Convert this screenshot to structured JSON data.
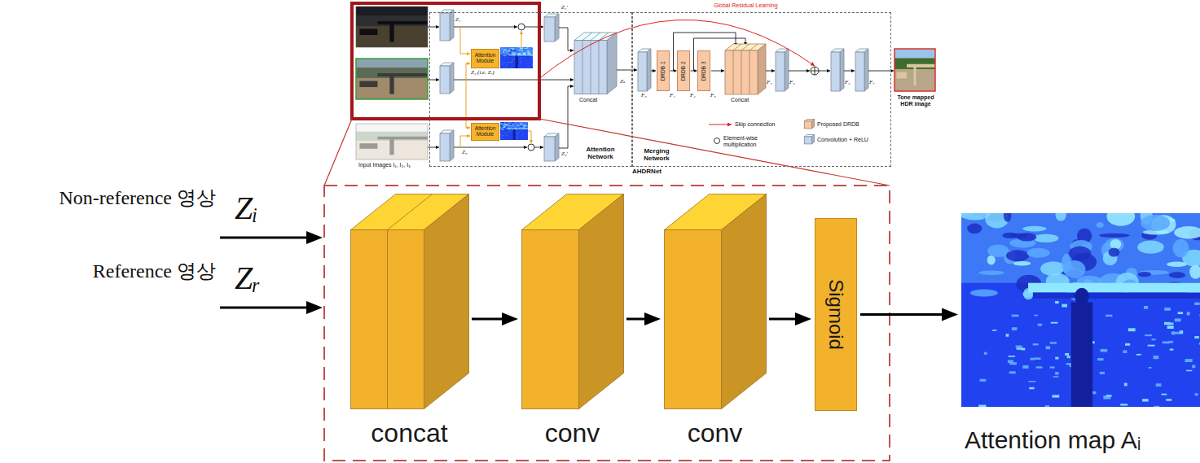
{
  "diagram": {
    "nodes": [
      {
        "text": [
          "Attention Network"
        ]
      },
      {
        "text": [
          "Attention Module"
        ],
        "in": 0
      },
      {
        "text": [
          "Attention Module"
        ],
        "in": 0
      },
      {
        "text": [
          "Merging Network"
        ]
      },
      {
        "text": [
          "DRDB 1"
        ],
        "in": 3
      },
      {
        "text": [
          "DRDB 2"
        ],
        "in": 3
      },
      {
        "text": [
          "DRDB 3"
        ],
        "in": 3
      },
      {
        "text": [
          "concat"
        ]
      },
      {
        "text": [
          "conv"
        ]
      },
      {
        "text": [
          "conv"
        ]
      },
      {
        "text": [
          "Sigmoid"
        ]
      },
      {
        "text": [
          "Attention map Aᵢ"
        ]
      }
    ],
    "edges": [
      {
        "from": 4,
        "to": 5,
        "arrow": "to"
      },
      {
        "from": 5,
        "to": 6,
        "arrow": "to"
      },
      {
        "from": 7,
        "to": 8,
        "arrow": "to"
      },
      {
        "from": 8,
        "to": 9,
        "arrow": "to"
      },
      {
        "from": 9,
        "to": 10,
        "arrow": "to"
      },
      {
        "from": 10,
        "to": 11,
        "arrow": "to"
      }
    ],
    "labels": [
      "Z₁",
      "Z₁'",
      "Z₂ (i.e. Zᵣ)",
      "Z₃",
      "Z₃'",
      "Concat",
      "Zₛ",
      "Global Residual Learning",
      "F₀",
      "F₁",
      "F₂",
      "F₃",
      "Concat",
      "F₄",
      "F₅",
      "F₆",
      "F₇",
      "Tone mapped HDR image",
      "Input Images I₁, I₂, I₃",
      "AHDRNet",
      "Non-reference 영상",
      "Reference 영상",
      "Zᵢ",
      "Zᵣ"
    ],
    "legend": [
      {
        "text": "Skip connection"
      },
      {
        "text": "Proposed DRDB",
        "color": "#f9c8a4"
      },
      {
        "text": "Element-wise multiplication"
      },
      {
        "text": "Convolution + ReLU",
        "color": "#c5d7ee"
      }
    ]
  }
}
